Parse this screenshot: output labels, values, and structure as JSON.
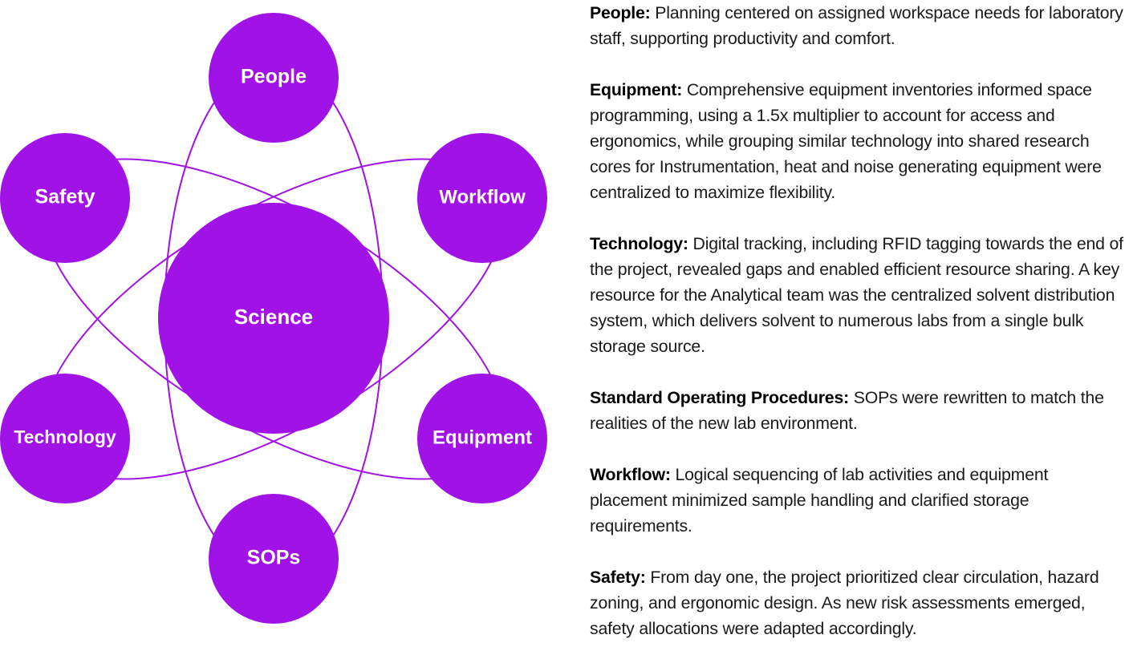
{
  "colors": {
    "node_fill": "#a012e6",
    "orbit_stroke": "#a012e6",
    "label_text": "#ffffff",
    "body_text": "#1a1a1a"
  },
  "diagram": {
    "center": "Science",
    "nodes": {
      "people": "People",
      "workflow": "Workflow",
      "equipment": "Equipment",
      "sops": "SOPs",
      "technology": "Technology",
      "safety": "Safety"
    }
  },
  "descriptions": [
    {
      "term": "People:",
      "text": " Planning centered on assigned workspace needs for laboratory staff, supporting productivity and comfort."
    },
    {
      "term": "Equipment:",
      "text": " Comprehensive equipment inventories informed space programming, using a 1.5x multiplier to account for access and ergonomics, while grouping similar technology into shared research cores for Instrumentation, heat and noise generating equipment were centralized to maximize flexibility."
    },
    {
      "term": "Technology:",
      "text": " Digital tracking, including RFID tagging towards the end of the project, revealed gaps and enabled efficient resource sharing. A key resource for the Analytical team was the centralized solvent distribution system, which delivers solvent to numerous labs from a single bulk storage source."
    },
    {
      "term": "Standard Operating Procedures:",
      "text": " SOPs were rewritten to match the realities of the new lab environment."
    },
    {
      "term": "Workflow:",
      "text": " Logical sequencing of lab activities and equipment placement minimized sample handling and clarified storage requirements."
    },
    {
      "term": "Safety:",
      "text": " From day one, the project prioritized clear circulation, hazard zoning, and ergonomic design. As new risk assessments emerged, safety allocations were adapted accordingly."
    }
  ]
}
